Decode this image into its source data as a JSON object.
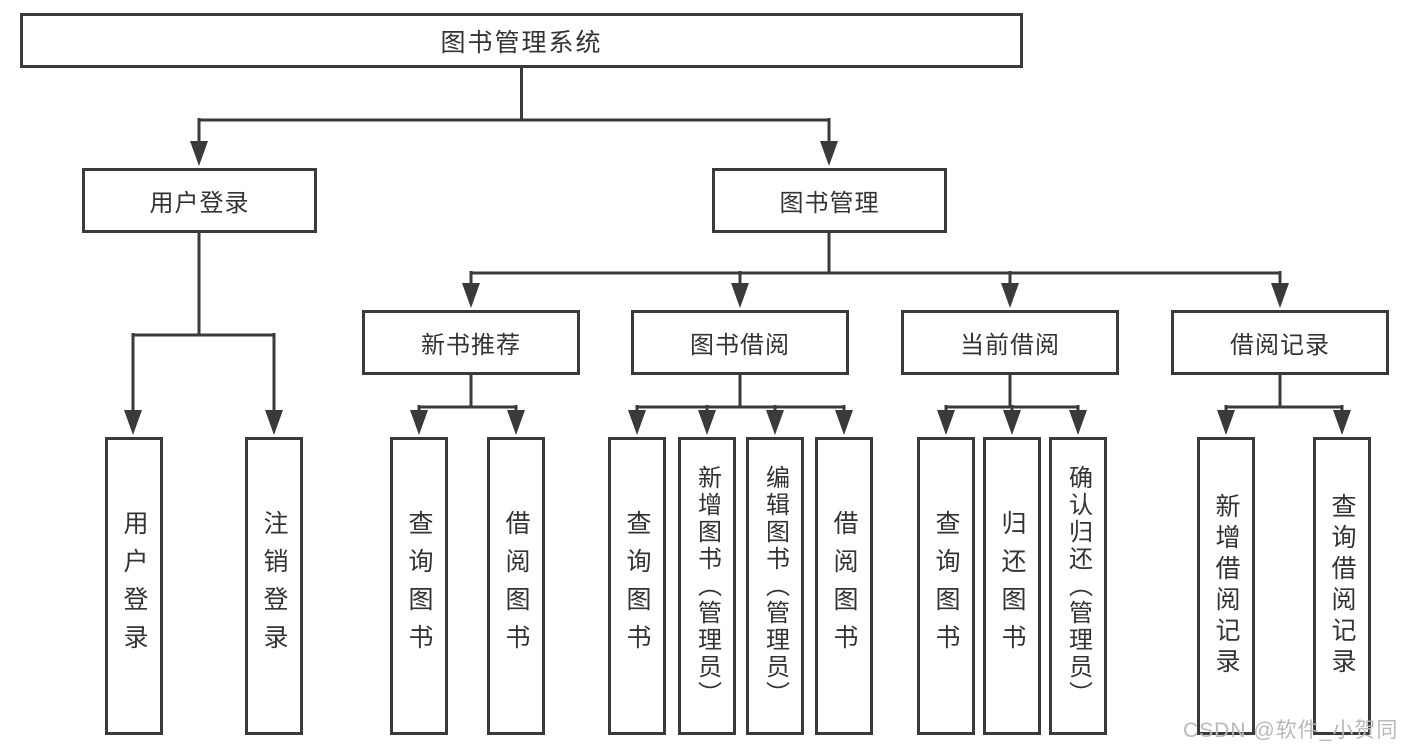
{
  "colors": {
    "line": "#3a3a3a",
    "text": "#333333",
    "bg": "#ffffff",
    "watermark": "#b9b9b9"
  },
  "tree": {
    "root": {
      "label": "图书管理系统"
    },
    "branches": [
      {
        "label": "用户登录",
        "children": [
          {
            "label": "用户登录"
          },
          {
            "label": "注销登录"
          }
        ]
      },
      {
        "label": "图书管理",
        "groups": [
          {
            "label": "新书推荐",
            "children": [
              {
                "label": "查询图书"
              },
              {
                "label": "借阅图书"
              }
            ]
          },
          {
            "label": "图书借阅",
            "children": [
              {
                "label": "查询图书"
              },
              {
                "label": "新增图书（管理员）"
              },
              {
                "label": "编辑图书（管理员）"
              },
              {
                "label": "借阅图书"
              }
            ]
          },
          {
            "label": "当前借阅",
            "children": [
              {
                "label": "查询图书"
              },
              {
                "label": "归还图书"
              },
              {
                "label": "确认归还（管理员）"
              }
            ]
          },
          {
            "label": "借阅记录",
            "children": [
              {
                "label": "新增借阅记录"
              },
              {
                "label": "查询借阅记录"
              }
            ]
          }
        ]
      }
    ]
  },
  "watermark": "CSDN @软件_小贺同学"
}
